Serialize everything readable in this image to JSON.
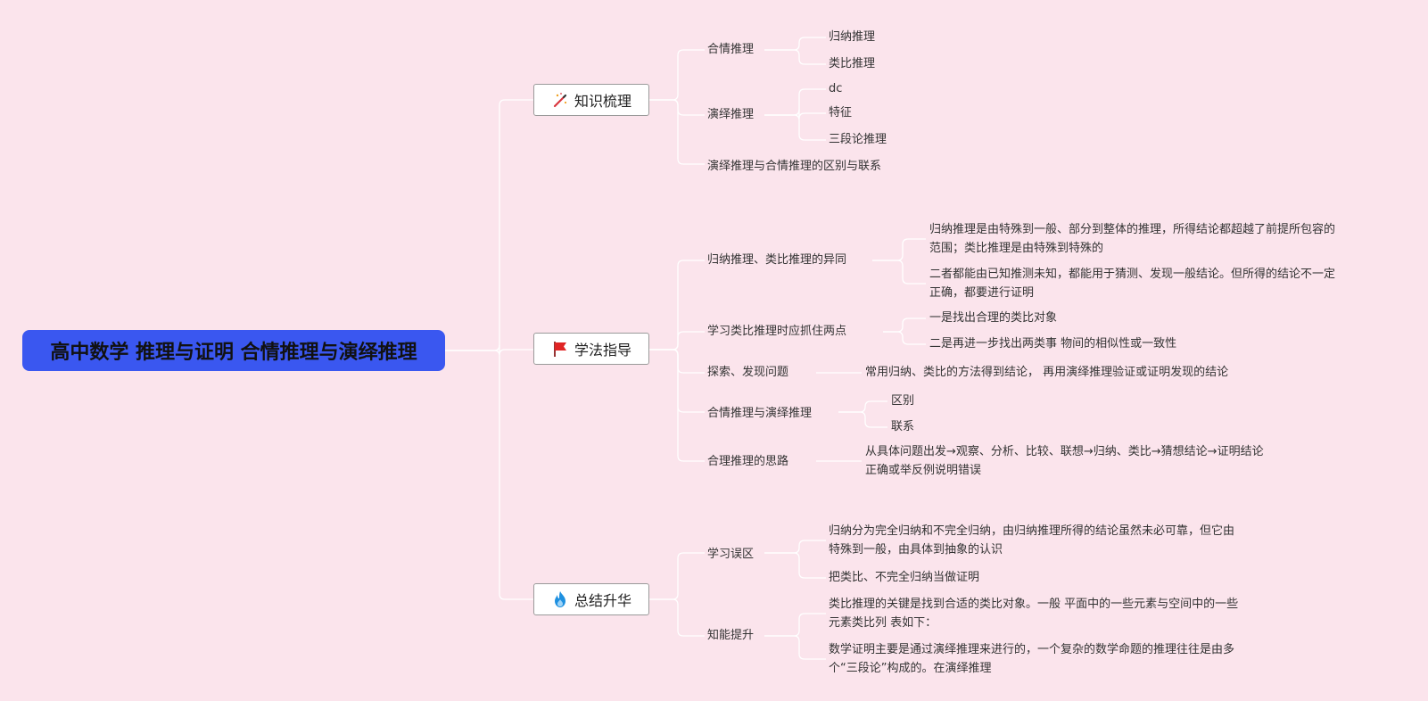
{
  "root": {
    "label": "高中数学 推理与证明 合情推理与演绎推理"
  },
  "branches": [
    {
      "label": "知识梳理",
      "icon": "magic-wand-icon",
      "children": [
        {
          "label": "合情推理",
          "children": [
            {
              "lines": [
                "归纳推理"
              ]
            },
            {
              "lines": [
                "类比推理"
              ]
            }
          ]
        },
        {
          "label": "演绎推理",
          "children": [
            {
              "lines": [
                "dc"
              ]
            },
            {
              "lines": [
                "特征"
              ]
            },
            {
              "lines": [
                "三段论推理"
              ]
            }
          ]
        },
        {
          "label": "演绎推理与合情推理的区别与联系",
          "children": []
        }
      ]
    },
    {
      "label": "学法指导",
      "icon": "red-flag-icon",
      "children": [
        {
          "label": "归纳推理、类比推理的异同",
          "children": [
            {
              "lines": [
                "归纳推理是由特殊到一般、部分到整体的推理，所得结论都超越了前提所包容的",
                "范围；类比推理是由特殊到特殊的"
              ]
            },
            {
              "lines": [
                "二者都能由已知推测未知，都能用于猜测、发现一般结论。但所得的结论不一定",
                "正确，都要进行证明"
              ]
            }
          ]
        },
        {
          "label": "学习类比推理时应抓住两点",
          "children": [
            {
              "lines": [
                "一是找出合理的类比对象"
              ]
            },
            {
              "lines": [
                "二是再进一步找出两类事 物间的相似性或一致性"
              ]
            }
          ]
        },
        {
          "label": "探索、发现问题",
          "children": [
            {
              "lines": [
                "常用归纳、类比的方法得到结论， 再用演绎推理验证或证明发现的结论"
              ]
            }
          ]
        },
        {
          "label": "合情推理与演绎推理",
          "children": [
            {
              "lines": [
                "区别"
              ]
            },
            {
              "lines": [
                "联系"
              ]
            }
          ]
        },
        {
          "label": "合理推理的思路",
          "children": [
            {
              "lines": [
                "从具体问题出发→观察、分析、比较、联想→归纳、类比→猜想结论→证明结论",
                "正确或举反例说明错误"
              ]
            }
          ]
        }
      ]
    },
    {
      "label": "总结升华",
      "icon": "fire-icon",
      "children": [
        {
          "label": "学习误区",
          "children": [
            {
              "lines": [
                "归纳分为完全归纳和不完全归纳，由归纳推理所得的结论虽然未必可靠，但它由",
                "特殊到一般，由具体到抽象的认识"
              ]
            },
            {
              "lines": [
                "把类比、不完全归纳当做证明"
              ]
            }
          ]
        },
        {
          "label": "知能提升",
          "children": [
            {
              "lines": [
                "类比推理的关键是找到合适的类比对象。一般 平面中的一些元素与空间中的一些",
                "元素类比列 表如下："
              ]
            },
            {
              "lines": [
                "数学证明主要是通过演绎推理来进行的，一个复杂的数学命题的推理往往是由多",
                "个“三段论”构成的。在演绎推理"
              ]
            }
          ]
        }
      ]
    }
  ],
  "colors": {
    "background": "#fbe4ec",
    "root": "#3a57f0",
    "connector": "#ffffff"
  }
}
